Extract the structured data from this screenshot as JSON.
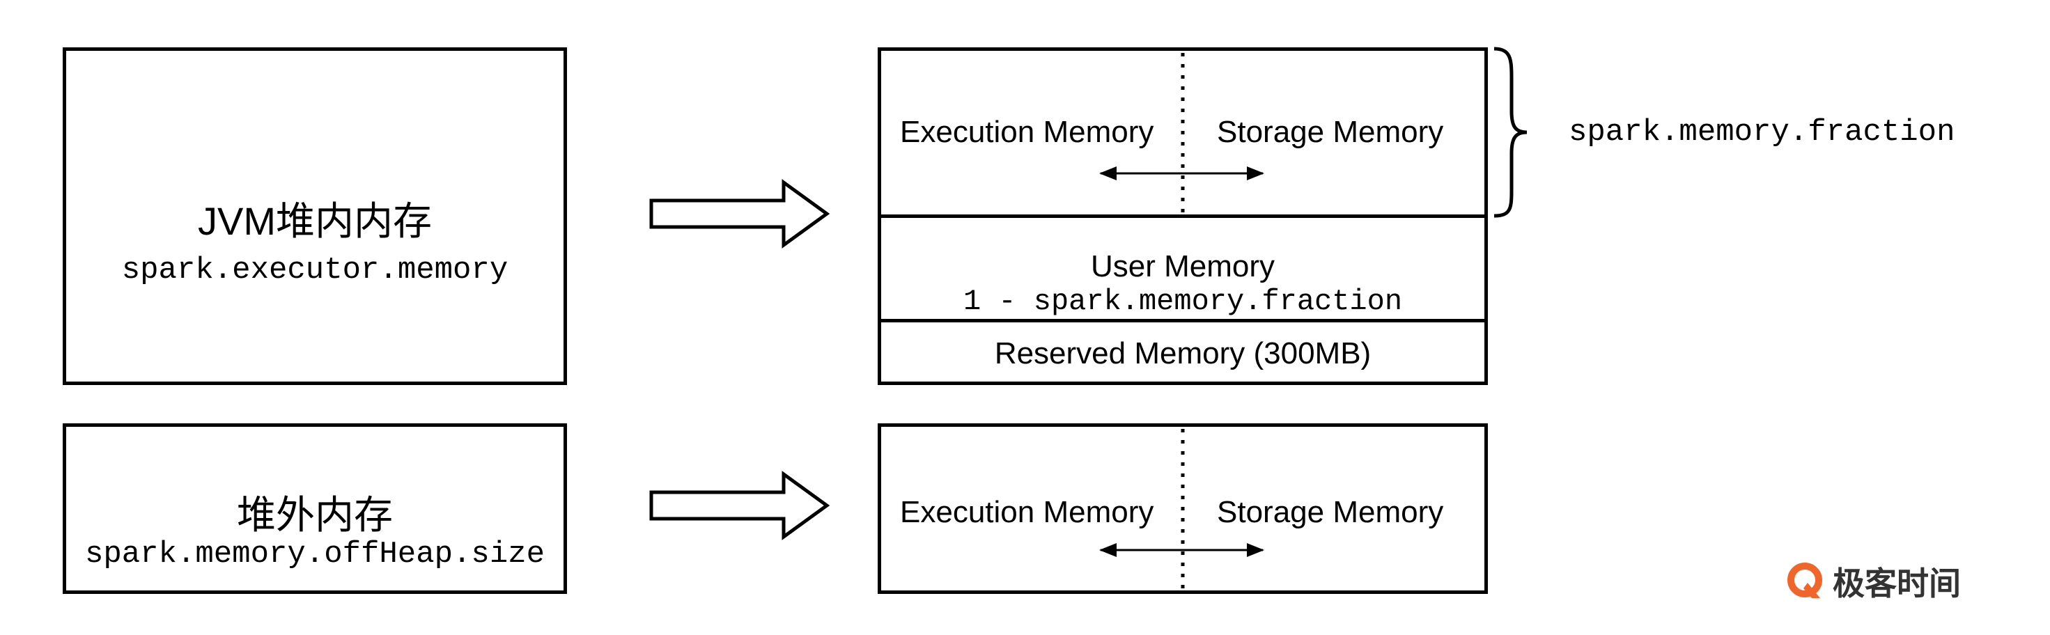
{
  "left": {
    "jvm_title": "JVM堆内内存",
    "jvm_param": "spark.executor.memory",
    "offheap_title": "堆外内存",
    "offheap_param": "spark.memory.offHeap.size"
  },
  "right_top": {
    "execution": "Execution Memory",
    "storage": "Storage Memory",
    "user_title": "User Memory",
    "user_param": "1 - spark.memory.fraction",
    "reserved": "Reserved Memory (300MB)",
    "brace_label": "spark.memory.fraction"
  },
  "right_bottom": {
    "execution": "Execution Memory",
    "storage": "Storage Memory"
  },
  "watermark": {
    "brand": "极客时间",
    "brand_color": "#f0662a"
  }
}
